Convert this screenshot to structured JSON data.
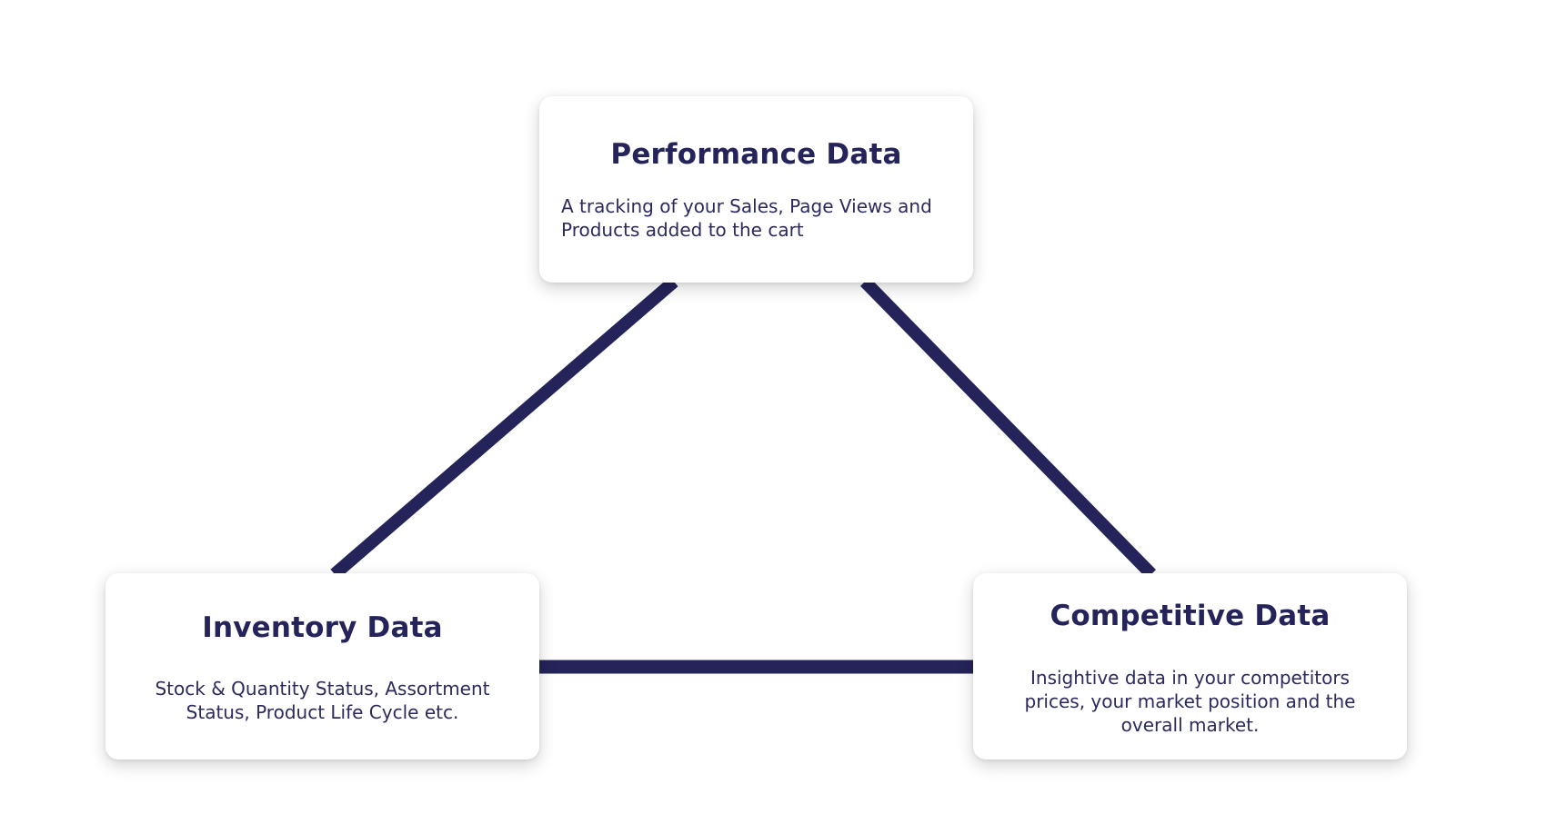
{
  "colors": {
    "connector": "#25245a",
    "title": "#25245a",
    "text": "#2b2a5e",
    "card_background": "#ffffff"
  },
  "nodes": [
    {
      "id": "performance",
      "title": "Performance Data",
      "description": "A tracking of your Sales, Page Views and Products added to the cart"
    },
    {
      "id": "inventory",
      "title": "Inventory Data",
      "description": "Stock & Quantity Status, Assortment Status, Product Life Cycle etc."
    },
    {
      "id": "competitive",
      "title": "Competitive Data",
      "description": "Insightive data in your competitors prices, your market position and the overall market."
    }
  ],
  "edges": [
    {
      "from": "performance",
      "to": "inventory"
    },
    {
      "from": "performance",
      "to": "competitive"
    },
    {
      "from": "inventory",
      "to": "competitive"
    }
  ]
}
